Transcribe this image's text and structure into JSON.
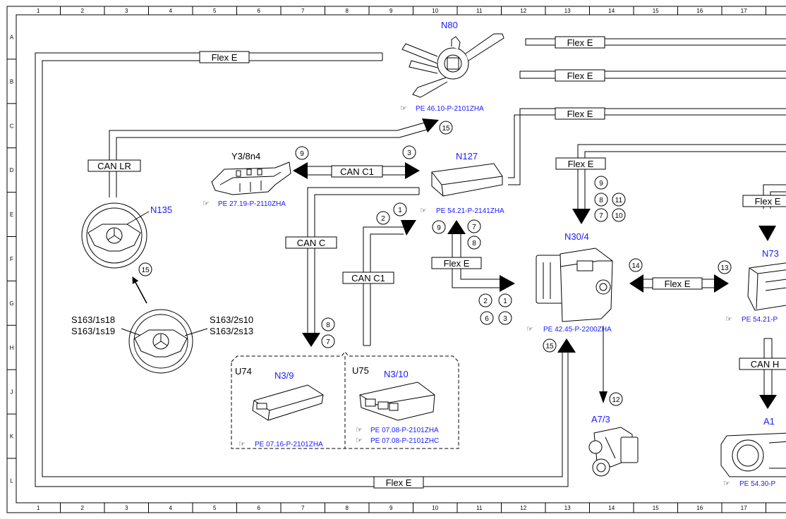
{
  "grid": {
    "columns": [
      "1",
      "2",
      "3",
      "4",
      "5",
      "6",
      "7",
      "8",
      "9",
      "10",
      "11",
      "12",
      "13",
      "14",
      "15",
      "16",
      "17",
      "1"
    ],
    "rows": [
      "A",
      "B",
      "C",
      "D",
      "E",
      "F",
      "G",
      "H",
      "J",
      "K",
      "L"
    ]
  },
  "components": {
    "n80": "N80",
    "n127": "N127",
    "n135": "N135",
    "y3": "Y3/8n4",
    "n30": "N30/4",
    "n73": "N73",
    "a7": "A7/3",
    "a1": "A1",
    "u74": "U74",
    "n3_9": "N3/9",
    "u75": "U75",
    "n3_10": "N3/10",
    "s_left_1": "S163/1s18",
    "s_left_2": "S163/1s19",
    "s_right_1": "S163/2s10",
    "s_right_2": "S163/2s13"
  },
  "references": {
    "n80": "PE 46.10-P-2101ZHA",
    "y3": "PE 27.19-P-2110ZHA",
    "n127": "PE 54.21-P-2141ZHA",
    "n30": "PE 42.45-P-2200ZHA",
    "n73": "PE 54.21-P",
    "n3_9": "PE 07.16-P-2101ZHA",
    "n3_10_a": "PE 07.08-P-2101ZHA",
    "n3_10_b": "PE 07.08-P-2101ZHC",
    "a1": "PE 54.30-P"
  },
  "buses": {
    "flex_e": "Flex E",
    "flex_e_cut": "Flex E",
    "can_lr": "CAN LR",
    "can_c1": "CAN C1",
    "can_c": "CAN C",
    "can_h": "CAN H"
  },
  "markers": {
    "m1": "1",
    "m2": "2",
    "m3": "3",
    "m6": "6",
    "m7": "7",
    "m8": "8",
    "m9": "9",
    "m10": "10",
    "m11": "11",
    "m12": "12",
    "m13": "13",
    "m14": "14",
    "m15": "15"
  },
  "reference_icon": "pointing-hand-icon"
}
